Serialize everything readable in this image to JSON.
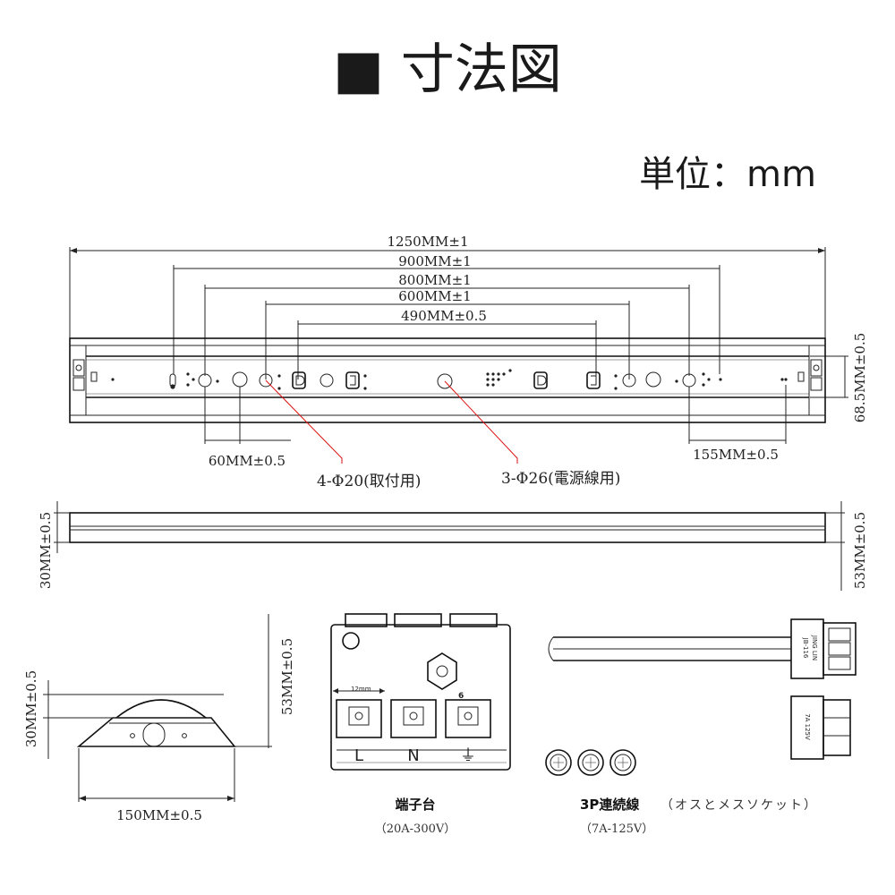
{
  "title": "■ 寸法図",
  "unit": "単位：mm",
  "top_view": {
    "dims": {
      "d1250": "1250MM±1",
      "d900": "900MM±1",
      "d800": "800MM±1",
      "d600": "600MM±1",
      "d490": "490MM±0.5",
      "d60": "60MM±0.5",
      "d155": "155MM±0.5",
      "d68": "68.5MM±0.5"
    },
    "callouts": {
      "mount": "4-Φ20(取付用)",
      "power": "3-Φ26(電源線用)"
    }
  },
  "side_view": {
    "left_dim": "30MM±0.5",
    "right_dim": "53MM±0.5"
  },
  "end_view": {
    "height_a": "30MM±0.5",
    "height_b": "53MM±0.5",
    "width": "150MM±0.5"
  },
  "terminal": {
    "caption": "端子台",
    "rating": "（20A-300V）",
    "scale_label": "12mm",
    "number": "6",
    "labels": [
      "L",
      "N",
      "⏚"
    ]
  },
  "connector": {
    "caption": "3P連続線",
    "caption_note": "（オスとメスソケット）",
    "rating": "（7A-125V）",
    "plug_label_1": "JB-116",
    "plug_label_2": "JING LIN",
    "socket_label": "7A 125V"
  }
}
